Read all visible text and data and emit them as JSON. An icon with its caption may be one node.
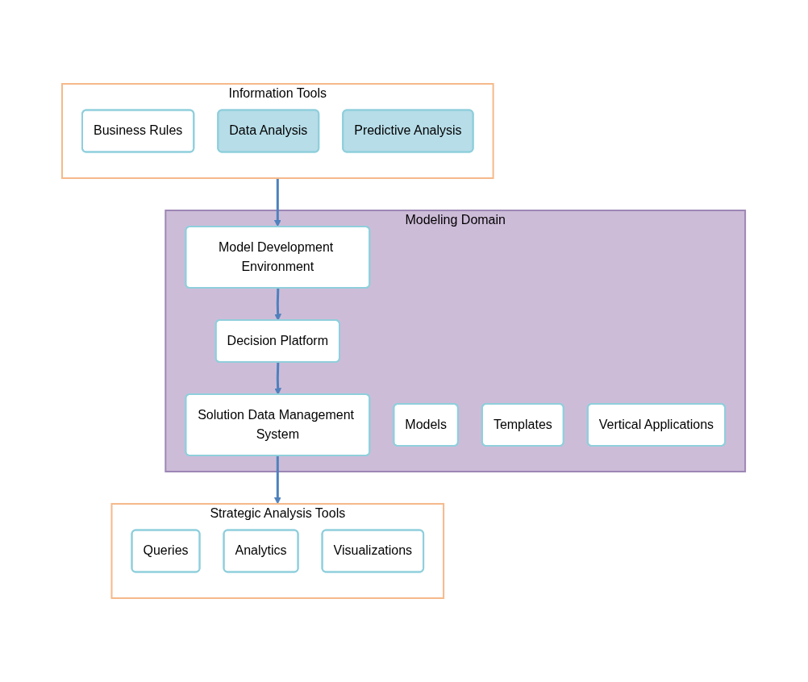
{
  "diagram": {
    "nodes": [
      {
        "text": [
          "Information Tools"
        ]
      },
      {
        "text": [
          "Business Rules"
        ],
        "in": 0
      },
      {
        "text": [
          "Data Analysis"
        ],
        "in": 0
      },
      {
        "text": [
          "Predictive Analysis"
        ],
        "in": 0
      },
      {
        "text": [
          "Strategic Analysis Tools"
        ]
      },
      {
        "text": [
          "Queries"
        ],
        "in": 4
      },
      {
        "text": [
          "Analytics"
        ],
        "in": 4
      },
      {
        "text": [
          "Visualizations"
        ],
        "in": 4
      },
      {
        "text": [
          "Modeling Domain"
        ]
      },
      {
        "text": [
          "Model Development Environment"
        ],
        "in": 8
      },
      {
        "text": [
          "Decision Platform"
        ],
        "in": 8
      },
      {
        "text": [
          "Solution Data Management System"
        ],
        "in": 8
      },
      {
        "text": [
          "Models"
        ],
        "in": 8
      },
      {
        "text": [
          "Templates"
        ],
        "in": 8
      },
      {
        "text": [
          "Vertical Applications"
        ],
        "in": 8
      }
    ],
    "edges": [
      {
        "from": 0,
        "to": 9,
        "arrow": "to"
      },
      {
        "from": 9,
        "to": 10,
        "arrow": "to"
      },
      {
        "from": 10,
        "to": 11,
        "arrow": "to"
      },
      {
        "from": 11,
        "to": 4,
        "arrow": "to"
      }
    ]
  }
}
